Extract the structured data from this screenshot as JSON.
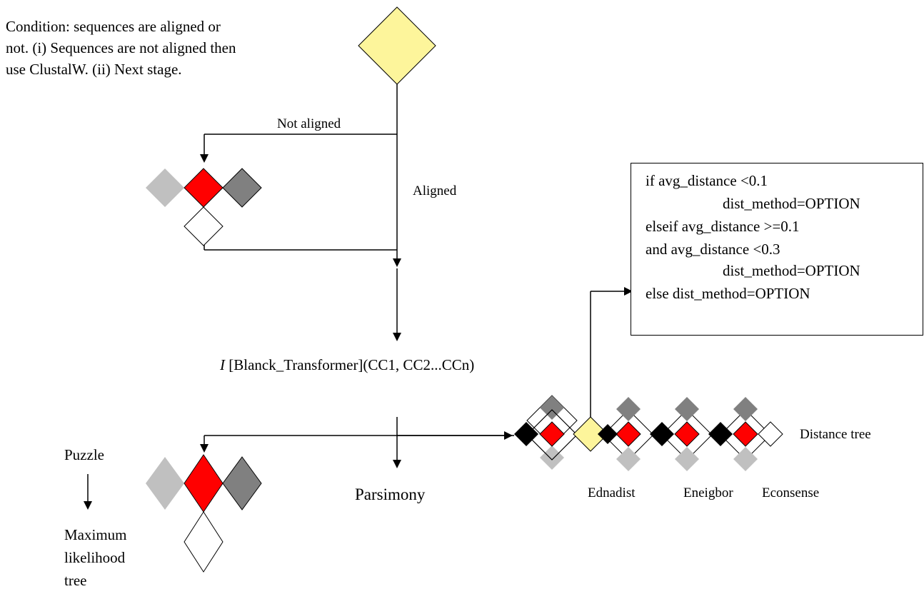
{
  "condition_text": "Condition: sequences are aligned or\nnot. (i) Sequences are not aligned then\nuse ClustalW. (ii) Next stage.",
  "edges": {
    "not_aligned": "Not aligned",
    "aligned": "Aligned"
  },
  "transformer": {
    "prefix": "I",
    "text": "[Blanck_Transformer](CC1, CC2...CCn)"
  },
  "rule_box": {
    "lines": [
      "if avg_distance <0.1",
      "dist_method=OPTION",
      "elseif avg_distance >=0.1",
      "and avg_distance <0.3",
      "dist_method=OPTION",
      "else dist_method=OPTION"
    ]
  },
  "branches": {
    "parsimony": "Parsimony",
    "puzzle": "Puzzle",
    "maximum_likelihood": [
      "Maximum",
      "likelihood",
      "tree"
    ],
    "distance_tree": "Distance tree",
    "ednadist": "Ednadist",
    "eneighbor": "Eneigbor",
    "econsense": "Econsense"
  },
  "colors": {
    "decision": "#fdf59b",
    "red": "#ff0000",
    "dark_gray": "#808080",
    "light_gray": "#c0c0c0",
    "black": "#000000",
    "white": "#ffffff"
  }
}
